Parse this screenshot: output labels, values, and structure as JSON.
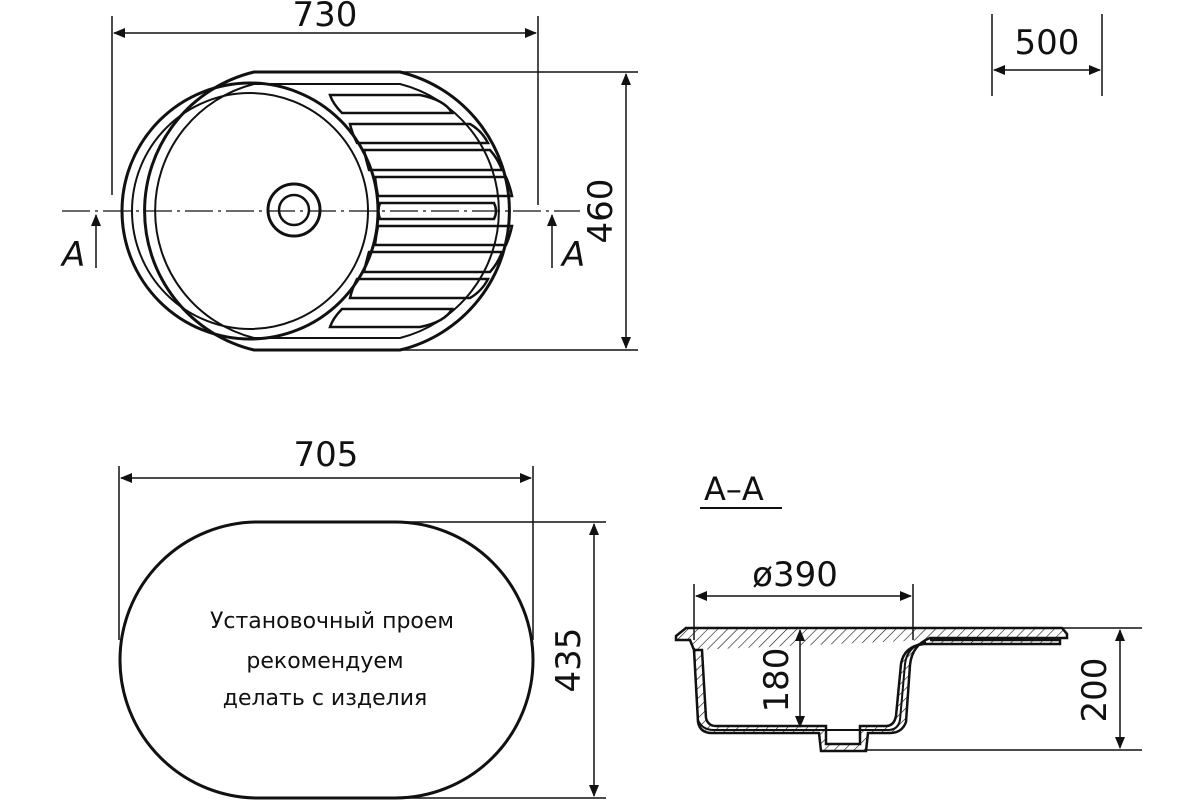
{
  "top_view": {
    "width": "730",
    "height": "460",
    "section_mark_left": "A",
    "section_mark_right": "A"
  },
  "tabletop": {
    "depth": "500"
  },
  "cutout": {
    "width": "705",
    "height": "435",
    "note_lines": [
      "Установочный проем",
      "рекомендуем",
      "делать с изделия"
    ]
  },
  "section": {
    "title": "A–A",
    "bowl_diameter": "ø390",
    "bowl_depth": "180",
    "total_depth": "200"
  }
}
